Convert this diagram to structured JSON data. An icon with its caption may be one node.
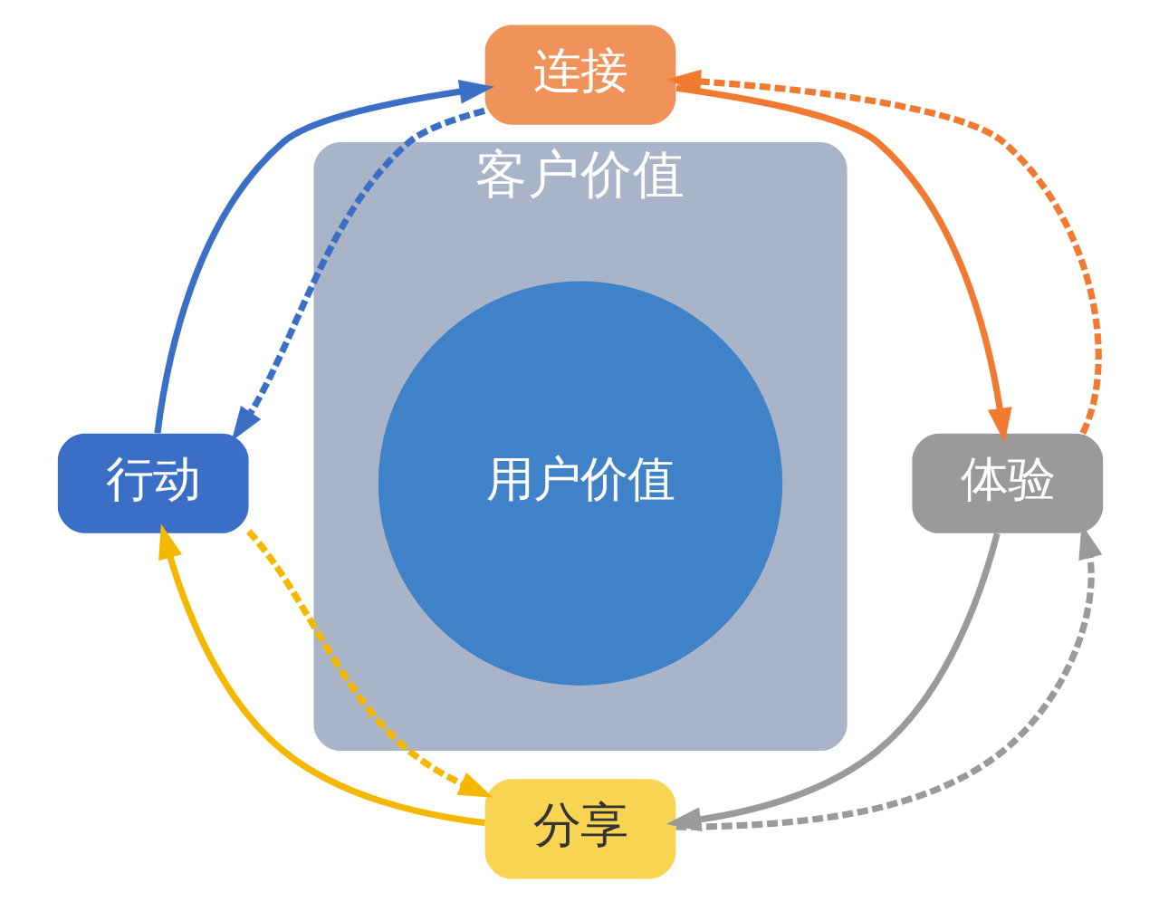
{
  "diagram": {
    "nodes": [
      {
        "text": [
          "连接"
        ]
      },
      {
        "text": [
          "客户价值"
        ]
      },
      {
        "text": [
          "用户价值"
        ],
        "in": 1
      },
      {
        "text": [
          "行动"
        ]
      },
      {
        "text": [
          "体验"
        ]
      },
      {
        "text": [
          "分享"
        ]
      }
    ],
    "edges": [
      {
        "from": 3,
        "to": 0,
        "arrow": "to",
        "color": "#3b6fc6"
      },
      {
        "from": 0,
        "to": 3,
        "arrow": "to",
        "style": "dashed",
        "color": "#3b6fc6"
      },
      {
        "from": 0,
        "to": 4,
        "arrow": "to",
        "color": "#f07a32"
      },
      {
        "from": 4,
        "to": 0,
        "arrow": "to",
        "style": "dashed",
        "color": "#f07a32"
      },
      {
        "from": 4,
        "to": 5,
        "arrow": "to",
        "color": "#9a9a9a"
      },
      {
        "from": 5,
        "to": 4,
        "arrow": "to",
        "style": "dashed",
        "color": "#9a9a9a"
      },
      {
        "from": 5,
        "to": 3,
        "arrow": "to",
        "color": "#f5b800"
      },
      {
        "from": 3,
        "to": 5,
        "arrow": "to",
        "style": "dashed",
        "color": "#f5b800"
      }
    ]
  }
}
